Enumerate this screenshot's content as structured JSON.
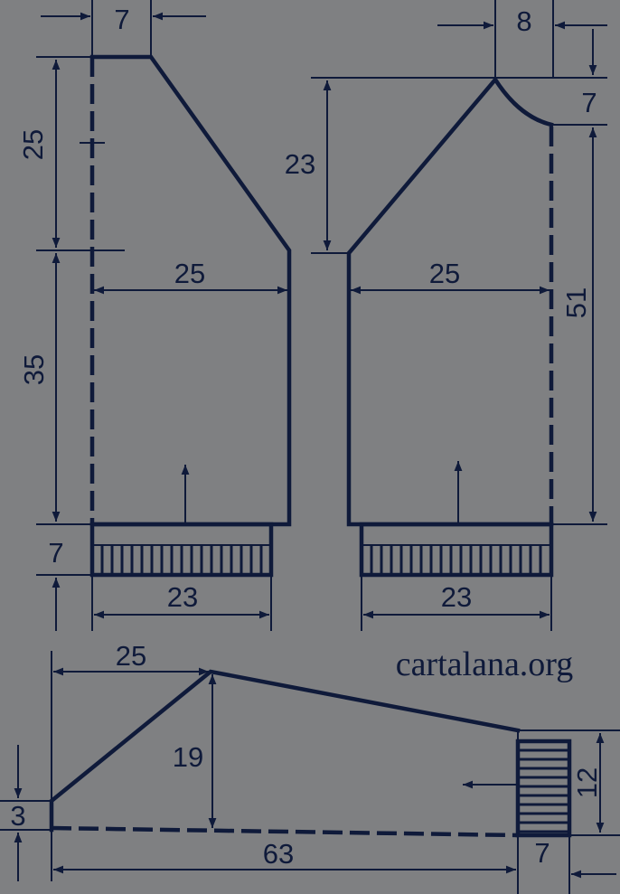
{
  "colors": {
    "background": "#7f8082",
    "ink": "#0f1a3a"
  },
  "watermark": "cartalana.org",
  "pieces": {
    "back": {
      "neck_width": "7",
      "shoulder_height": "25",
      "width": "25",
      "body_height": "35",
      "rib_height": "7",
      "rib_width": "23"
    },
    "front": {
      "neck_width": "8",
      "neck_depth": "7",
      "shoulder_height": "23",
      "width": "25",
      "side_height": "51",
      "rib_width": "23"
    },
    "sleeve": {
      "cap_width": "25",
      "cap_height": "19",
      "edge_height": "3",
      "length": "63",
      "cuff_height": "12",
      "cuff_width": "7"
    }
  }
}
